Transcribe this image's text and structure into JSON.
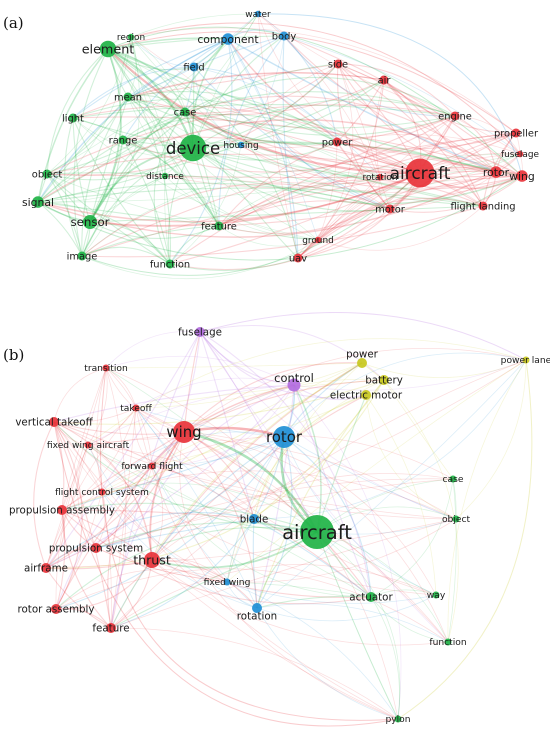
{
  "panel_a": {
    "label": "(a)",
    "colors": {
      "green": "#1fb347",
      "blue": "#1f8fd6",
      "red": "#e8333a"
    },
    "nodes": [
      {
        "id": "element",
        "label": "element",
        "group": "green",
        "weight": 5
      },
      {
        "id": "region",
        "label": "region",
        "group": "green",
        "weight": 1
      },
      {
        "id": "water",
        "label": "water",
        "group": "blue",
        "weight": 1
      },
      {
        "id": "component",
        "label": "component",
        "group": "blue",
        "weight": 3
      },
      {
        "id": "body",
        "label": "body",
        "group": "blue",
        "weight": 2
      },
      {
        "id": "field",
        "label": "field",
        "group": "blue",
        "weight": 2
      },
      {
        "id": "side",
        "label": "side",
        "group": "red",
        "weight": 2
      },
      {
        "id": "air",
        "label": "air",
        "group": "red",
        "weight": 2
      },
      {
        "id": "mean",
        "label": "mean",
        "group": "green",
        "weight": 2
      },
      {
        "id": "light",
        "label": "light",
        "group": "green",
        "weight": 2
      },
      {
        "id": "case",
        "label": "case",
        "group": "green",
        "weight": 2
      },
      {
        "id": "engine",
        "label": "engine",
        "group": "red",
        "weight": 2
      },
      {
        "id": "range",
        "label": "range",
        "group": "green",
        "weight": 2
      },
      {
        "id": "propeller",
        "label": "propeller",
        "group": "red",
        "weight": 2
      },
      {
        "id": "device",
        "label": "device",
        "group": "green",
        "weight": 9
      },
      {
        "id": "housing",
        "label": "housing",
        "group": "blue",
        "weight": 1
      },
      {
        "id": "power",
        "label": "power",
        "group": "red",
        "weight": 2
      },
      {
        "id": "fuselage",
        "label": "fuselage",
        "group": "red",
        "weight": 1
      },
      {
        "id": "object",
        "label": "object",
        "group": "green",
        "weight": 2
      },
      {
        "id": "distance",
        "label": "distance",
        "group": "green",
        "weight": 1
      },
      {
        "id": "rotation",
        "label": "rotation",
        "group": "red",
        "weight": 1
      },
      {
        "id": "aircraft",
        "label": "aircraft",
        "group": "red",
        "weight": 10
      },
      {
        "id": "rotor",
        "label": "rotor",
        "group": "red",
        "weight": 3
      },
      {
        "id": "wing",
        "label": "wing",
        "group": "red",
        "weight": 3
      },
      {
        "id": "signal",
        "label": "signal",
        "group": "green",
        "weight": 3
      },
      {
        "id": "motor",
        "label": "motor",
        "group": "red",
        "weight": 2
      },
      {
        "id": "flightlanding",
        "label": "flight landing",
        "group": "red",
        "weight": 2
      },
      {
        "id": "sensor",
        "label": "sensor",
        "group": "green",
        "weight": 4
      },
      {
        "id": "feature",
        "label": "feature",
        "group": "green",
        "weight": 2
      },
      {
        "id": "ground",
        "label": "ground",
        "group": "red",
        "weight": 1
      },
      {
        "id": "image",
        "label": "image",
        "group": "green",
        "weight": 2
      },
      {
        "id": "function",
        "label": "function",
        "group": "green",
        "weight": 2
      },
      {
        "id": "uav",
        "label": "uav",
        "group": "red",
        "weight": 2
      }
    ]
  },
  "panel_b": {
    "label": "(b)",
    "colors": {
      "purple": "#b36ce0",
      "red": "#e8333a",
      "blue": "#1f8fd6",
      "green": "#1fb347",
      "yellow": "#c8c81e"
    },
    "nodes": [
      {
        "id": "fuselage",
        "label": "fuselage",
        "group": "purple",
        "weight": 2
      },
      {
        "id": "transition",
        "label": "transition",
        "group": "red",
        "weight": 1
      },
      {
        "id": "power",
        "label": "power",
        "group": "yellow",
        "weight": 2
      },
      {
        "id": "powerlane",
        "label": "power lane",
        "group": "yellow",
        "weight": 1
      },
      {
        "id": "control",
        "label": "control",
        "group": "purple",
        "weight": 3
      },
      {
        "id": "battery",
        "label": "battery",
        "group": "yellow",
        "weight": 2
      },
      {
        "id": "electricmotor",
        "label": "electric motor",
        "group": "yellow",
        "weight": 2
      },
      {
        "id": "verticaltakeoff",
        "label": "vertical takeoff",
        "group": "red",
        "weight": 2
      },
      {
        "id": "takeoff",
        "label": "takeoff",
        "group": "red",
        "weight": 1
      },
      {
        "id": "wing",
        "label": "wing",
        "group": "red",
        "weight": 6
      },
      {
        "id": "rotor",
        "label": "rotor",
        "group": "blue",
        "weight": 6
      },
      {
        "id": "fixedwingaircraft",
        "label": "fixed wing aircraft",
        "group": "red",
        "weight": 1
      },
      {
        "id": "forwardflight",
        "label": "forward flight",
        "group": "red",
        "weight": 1
      },
      {
        "id": "flightcontrolsystem",
        "label": "flight control system",
        "group": "red",
        "weight": 1
      },
      {
        "id": "case",
        "label": "case",
        "group": "green",
        "weight": 1
      },
      {
        "id": "propulsionassembly",
        "label": "propulsion assembly",
        "group": "red",
        "weight": 2
      },
      {
        "id": "blade",
        "label": "blade",
        "group": "blue",
        "weight": 2
      },
      {
        "id": "object",
        "label": "object",
        "group": "green",
        "weight": 1
      },
      {
        "id": "aircraft",
        "label": "aircraft",
        "group": "green",
        "weight": 10
      },
      {
        "id": "propulsionsystem",
        "label": "propulsion system",
        "group": "red",
        "weight": 2
      },
      {
        "id": "thrust",
        "label": "thrust",
        "group": "red",
        "weight": 4
      },
      {
        "id": "airframe",
        "label": "airframe",
        "group": "red",
        "weight": 2
      },
      {
        "id": "fixedwing",
        "label": "fixed wing",
        "group": "blue",
        "weight": 1
      },
      {
        "id": "actuator",
        "label": "actuator",
        "group": "green",
        "weight": 2
      },
      {
        "id": "way",
        "label": "way",
        "group": "green",
        "weight": 1
      },
      {
        "id": "rotorassembly",
        "label": "rotor assembly",
        "group": "red",
        "weight": 2
      },
      {
        "id": "feature",
        "label": "feature",
        "group": "red",
        "weight": 2
      },
      {
        "id": "rotation",
        "label": "rotation",
        "group": "blue",
        "weight": 2
      },
      {
        "id": "function",
        "label": "function",
        "group": "green",
        "weight": 1
      },
      {
        "id": "pylon",
        "label": "pylon",
        "group": "green",
        "weight": 1
      }
    ]
  }
}
